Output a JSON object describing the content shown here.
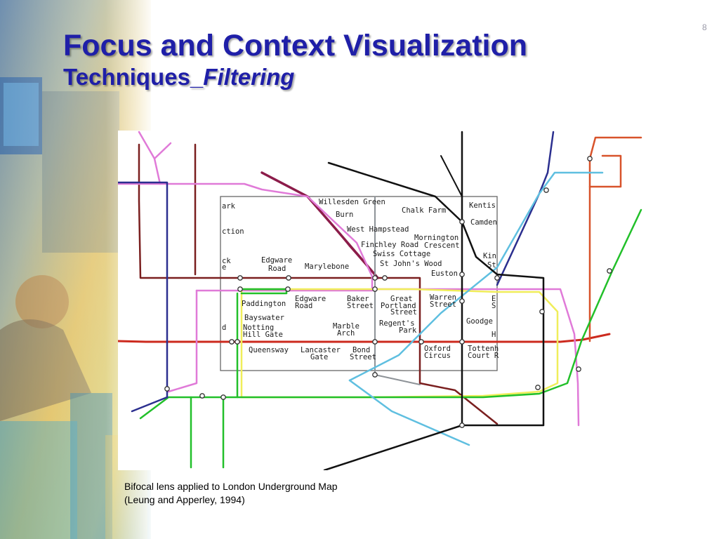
{
  "slide": {
    "title_line1": "Focus and Context Visualization",
    "title_line2_prefix": "Techniques_",
    "title_line2_emphasis": "Filtering",
    "page_number": "8"
  },
  "caption": {
    "line1": "Bifocal lens applied to London Underground Map",
    "line2": "(Leung and Apperley, 1994)"
  },
  "map": {
    "line_colors": {
      "central": "#cc2a1e",
      "bakerloo": "#7a1f1f",
      "metropolitan": "#8c1c4a",
      "jubilee": "#8e9398",
      "victoria": "#5fbfe0",
      "northern": "#111111",
      "circle": "#f0ee5a",
      "district": "#22c02a",
      "hammersmith": "#e07ad8",
      "piccadilly": "#2b2f8f",
      "east_london": "#d8532b"
    },
    "labels": {
      "willesden_green": "Willesden Green",
      "burn": "Burn",
      "west_hampstead": "West Hampstead",
      "finchley_road": "Finchley Road",
      "swiss_cottage": "Swiss Cottage",
      "st_johns_wood": "St John's Wood",
      "chalk_farm": "Chalk Farm",
      "kentis": "Kentis",
      "camden": "Camden",
      "mornington_crescent_1": "Mornington",
      "mornington_crescent_2": "Crescent",
      "euston": "Euston",
      "kin_st_1": "Kin",
      "kin_st_2": "St",
      "ark": "ark",
      "ction": "ction",
      "ck_e_1": "ck",
      "ck_e_2": "e",
      "edgware_road_top_1": "Edgware",
      "edgware_road_top_2": "Road",
      "marylebone": "Marylebone",
      "paddington": "Paddington",
      "edgware_road_2_1": "Edgware",
      "edgware_road_2_2": "Road",
      "baker_street_1": "Baker",
      "baker_street_2": "Street",
      "great_portland_1": "Great",
      "great_portland_2": "Portland",
      "great_portland_3": "Street",
      "warren_street_1": "Warren",
      "warren_street_2": "Street",
      "e_s_1": "E",
      "e_s_2": "S",
      "bayswater": "Bayswater",
      "notting_hill_1": "Notting",
      "notting_hill_2": "Hill Gate",
      "d_edge": "d",
      "marble_arch_1": "Marble",
      "marble_arch_2": "Arch",
      "regents_park_1": "Regent's",
      "regents_park_2": "Park",
      "goodge": "Goodge",
      "h_edge": "H",
      "queensway": "Queensway",
      "lancaster_gate_1": "Lancaster",
      "lancaster_gate_2": "Gate",
      "bond_street_1": "Bond",
      "bond_street_2": "Street",
      "oxford_circus_1": "Oxford",
      "oxford_circus_2": "Circus",
      "tottenham_1": "Tottenh",
      "tottenham_2": "Court R"
    }
  }
}
